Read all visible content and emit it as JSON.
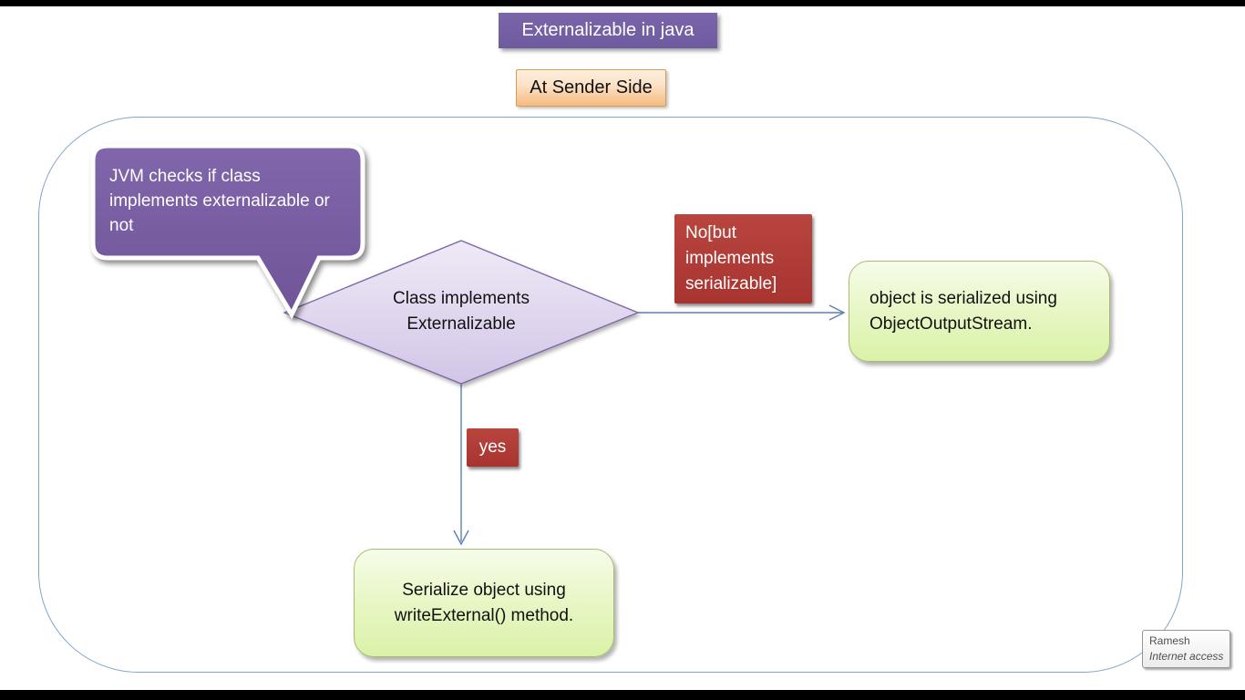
{
  "title_banner": {
    "label": "Externalizable in java"
  },
  "sender_banner": {
    "label": "At Sender Side"
  },
  "diagram": {
    "callout": {
      "text": "JVM checks if class implements externalizable or not"
    },
    "decision": {
      "line1": "Class implements",
      "line2": "Externalizable"
    },
    "branches": {
      "no": {
        "label": "No[but implements serializable]",
        "result": "object is serialized using ObjectOutputStream."
      },
      "yes": {
        "label": "yes",
        "result": "Serialize object using writeExternal() method."
      }
    }
  },
  "tooltip": {
    "name": "Ramesh",
    "status": "Internet access"
  },
  "colors": {
    "banner_purple": "#7460A5",
    "banner_orange_top": "#FDE5CD",
    "banner_orange_bottom": "#F6BB7F",
    "callout_purple": "#7A5FA4",
    "decision_fill_top": "#ECE6F4",
    "decision_fill_bottom": "#D2C5E7",
    "decision_stroke": "#7E64A8",
    "branch_red": "#B23A33",
    "result_green_top": "#F3FAE2",
    "result_green_bottom": "#DAF2A8",
    "result_green_border": "#A8BB6E",
    "arrow_blue": "#5D7FAE",
    "container_border": "#7FA5C8"
  }
}
